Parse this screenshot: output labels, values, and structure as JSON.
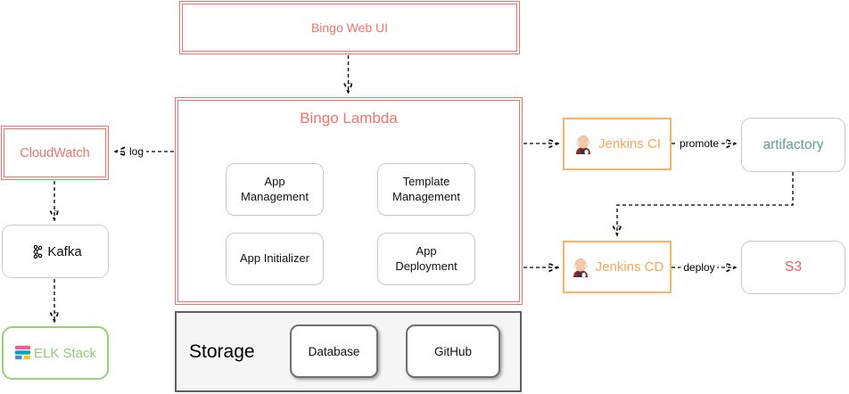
{
  "diagram": {
    "nodes": {
      "bingo_web_ui": {
        "label": "Bingo Web UI"
      },
      "bingo_lambda": {
        "title": "Bingo Lambda",
        "modules": [
          {
            "label": "App Management"
          },
          {
            "label": "Template Management"
          },
          {
            "label": "App Initializer"
          },
          {
            "label": "App Deployment"
          }
        ]
      },
      "cloudwatch": {
        "label": "CloudWatch"
      },
      "kafka": {
        "label": "Kafka",
        "icon": "kafka-icon"
      },
      "elk": {
        "label": "ELK Stack",
        "icon": "elastic-stack-icon"
      },
      "jenkins_ci": {
        "label": "Jenkins CI",
        "icon": "jenkins-icon"
      },
      "artifactory": {
        "label": "artifactory"
      },
      "jenkins_cd": {
        "label": "Jenkins CD",
        "icon": "jenkins-icon"
      },
      "s3": {
        "label": "S3"
      },
      "storage": {
        "label": "Storage",
        "children": [
          {
            "label": "Database"
          },
          {
            "label": "GitHub"
          }
        ]
      }
    },
    "edges": [
      {
        "from": "Bingo Web UI",
        "to": "Bingo Lambda",
        "label": ""
      },
      {
        "from": "Bingo Lambda",
        "to": "CloudWatch",
        "label": "log"
      },
      {
        "from": "CloudWatch",
        "to": "Kafka",
        "label": ""
      },
      {
        "from": "Kafka",
        "to": "ELK Stack",
        "label": ""
      },
      {
        "from": "Bingo Lambda",
        "to": "Jenkins CI",
        "label": ""
      },
      {
        "from": "Jenkins CI",
        "to": "artifactory",
        "label": "promote"
      },
      {
        "from": "artifactory",
        "to": "Jenkins CD",
        "label": ""
      },
      {
        "from": "Bingo Lambda",
        "to": "Jenkins CD",
        "label": ""
      },
      {
        "from": "Jenkins CD",
        "to": "S3",
        "label": "deploy"
      }
    ],
    "colors": {
      "salmon": "#f4726a",
      "orange_border": "#ffb266",
      "orange_text": "#fba55c",
      "teal": "#5f9e92",
      "green": "#97d077",
      "s3_red": "#f25a5a",
      "gray_border": "#c9c9c9",
      "storage_bg": "#f5f5f5",
      "elastic_pink": "#ef5b9c",
      "elastic_teal": "#00a8b5",
      "elastic_blue": "#3f8fd0",
      "elastic_yellow": "#f7c520"
    }
  }
}
